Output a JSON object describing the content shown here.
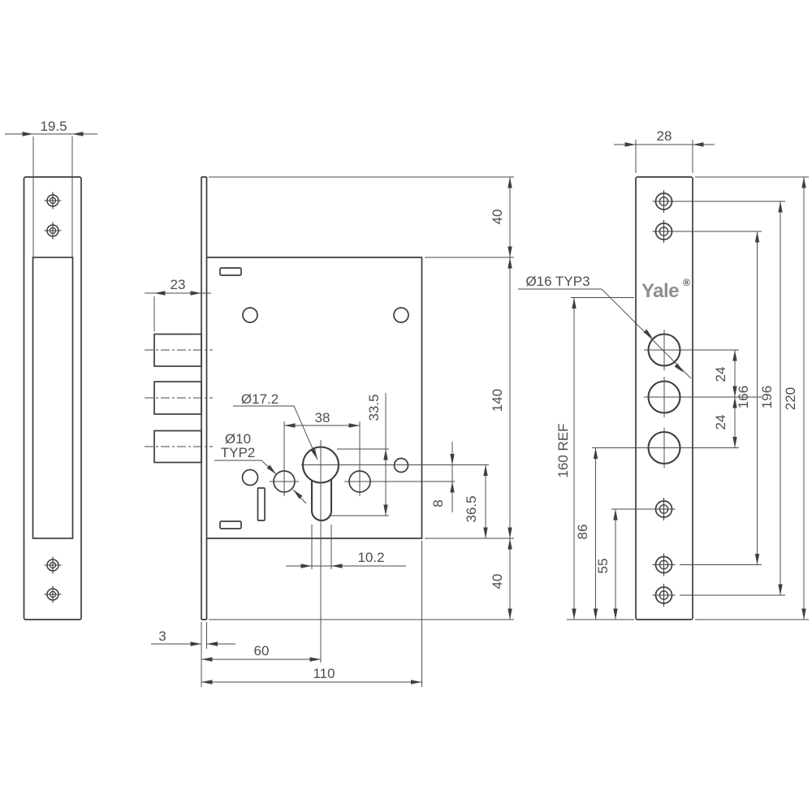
{
  "meta": {
    "type": "engineering-drawing",
    "product": "mortise deadbolt lock case and forend",
    "views": [
      "forend-front-view",
      "lock-case-side-view",
      "forend-hole-pattern-view"
    ]
  },
  "brand": {
    "name": "Yale",
    "reg": "®"
  },
  "colors": {
    "line": "#3d3d3d",
    "text": "#4d4d4d",
    "brand_gray": "#8f8f8f",
    "background": "#ffffff"
  },
  "labels": {
    "forend_width": "19.5",
    "bolt_projection": "23",
    "cylinder_diameter": "Ø17.2",
    "hole_diameter_typ2_d": "Ø10",
    "hole_diameter_typ2_t": "TYP2",
    "hole_spacing": "38",
    "cylinder_slot_height": "33.5",
    "offset_8": "8",
    "cylinder_center_from_bottom": "36.5",
    "cylinder_slot_width": "10.2",
    "forend_thickness": "3",
    "backset": "60",
    "case_depth": "110",
    "top_margin": "40",
    "case_height": "140",
    "bottom_margin": "40",
    "plate_width": "28",
    "deadbolt_diameter": "Ø16 TYP3",
    "bolt_pitch_upper": "24",
    "bolt_pitch_lower": "24",
    "span_166": "166",
    "span_196": "196",
    "plate_height": "220",
    "ref_height": "160 REF",
    "bolt3_from_bottom": "86",
    "screw_from_bottom": "55"
  }
}
